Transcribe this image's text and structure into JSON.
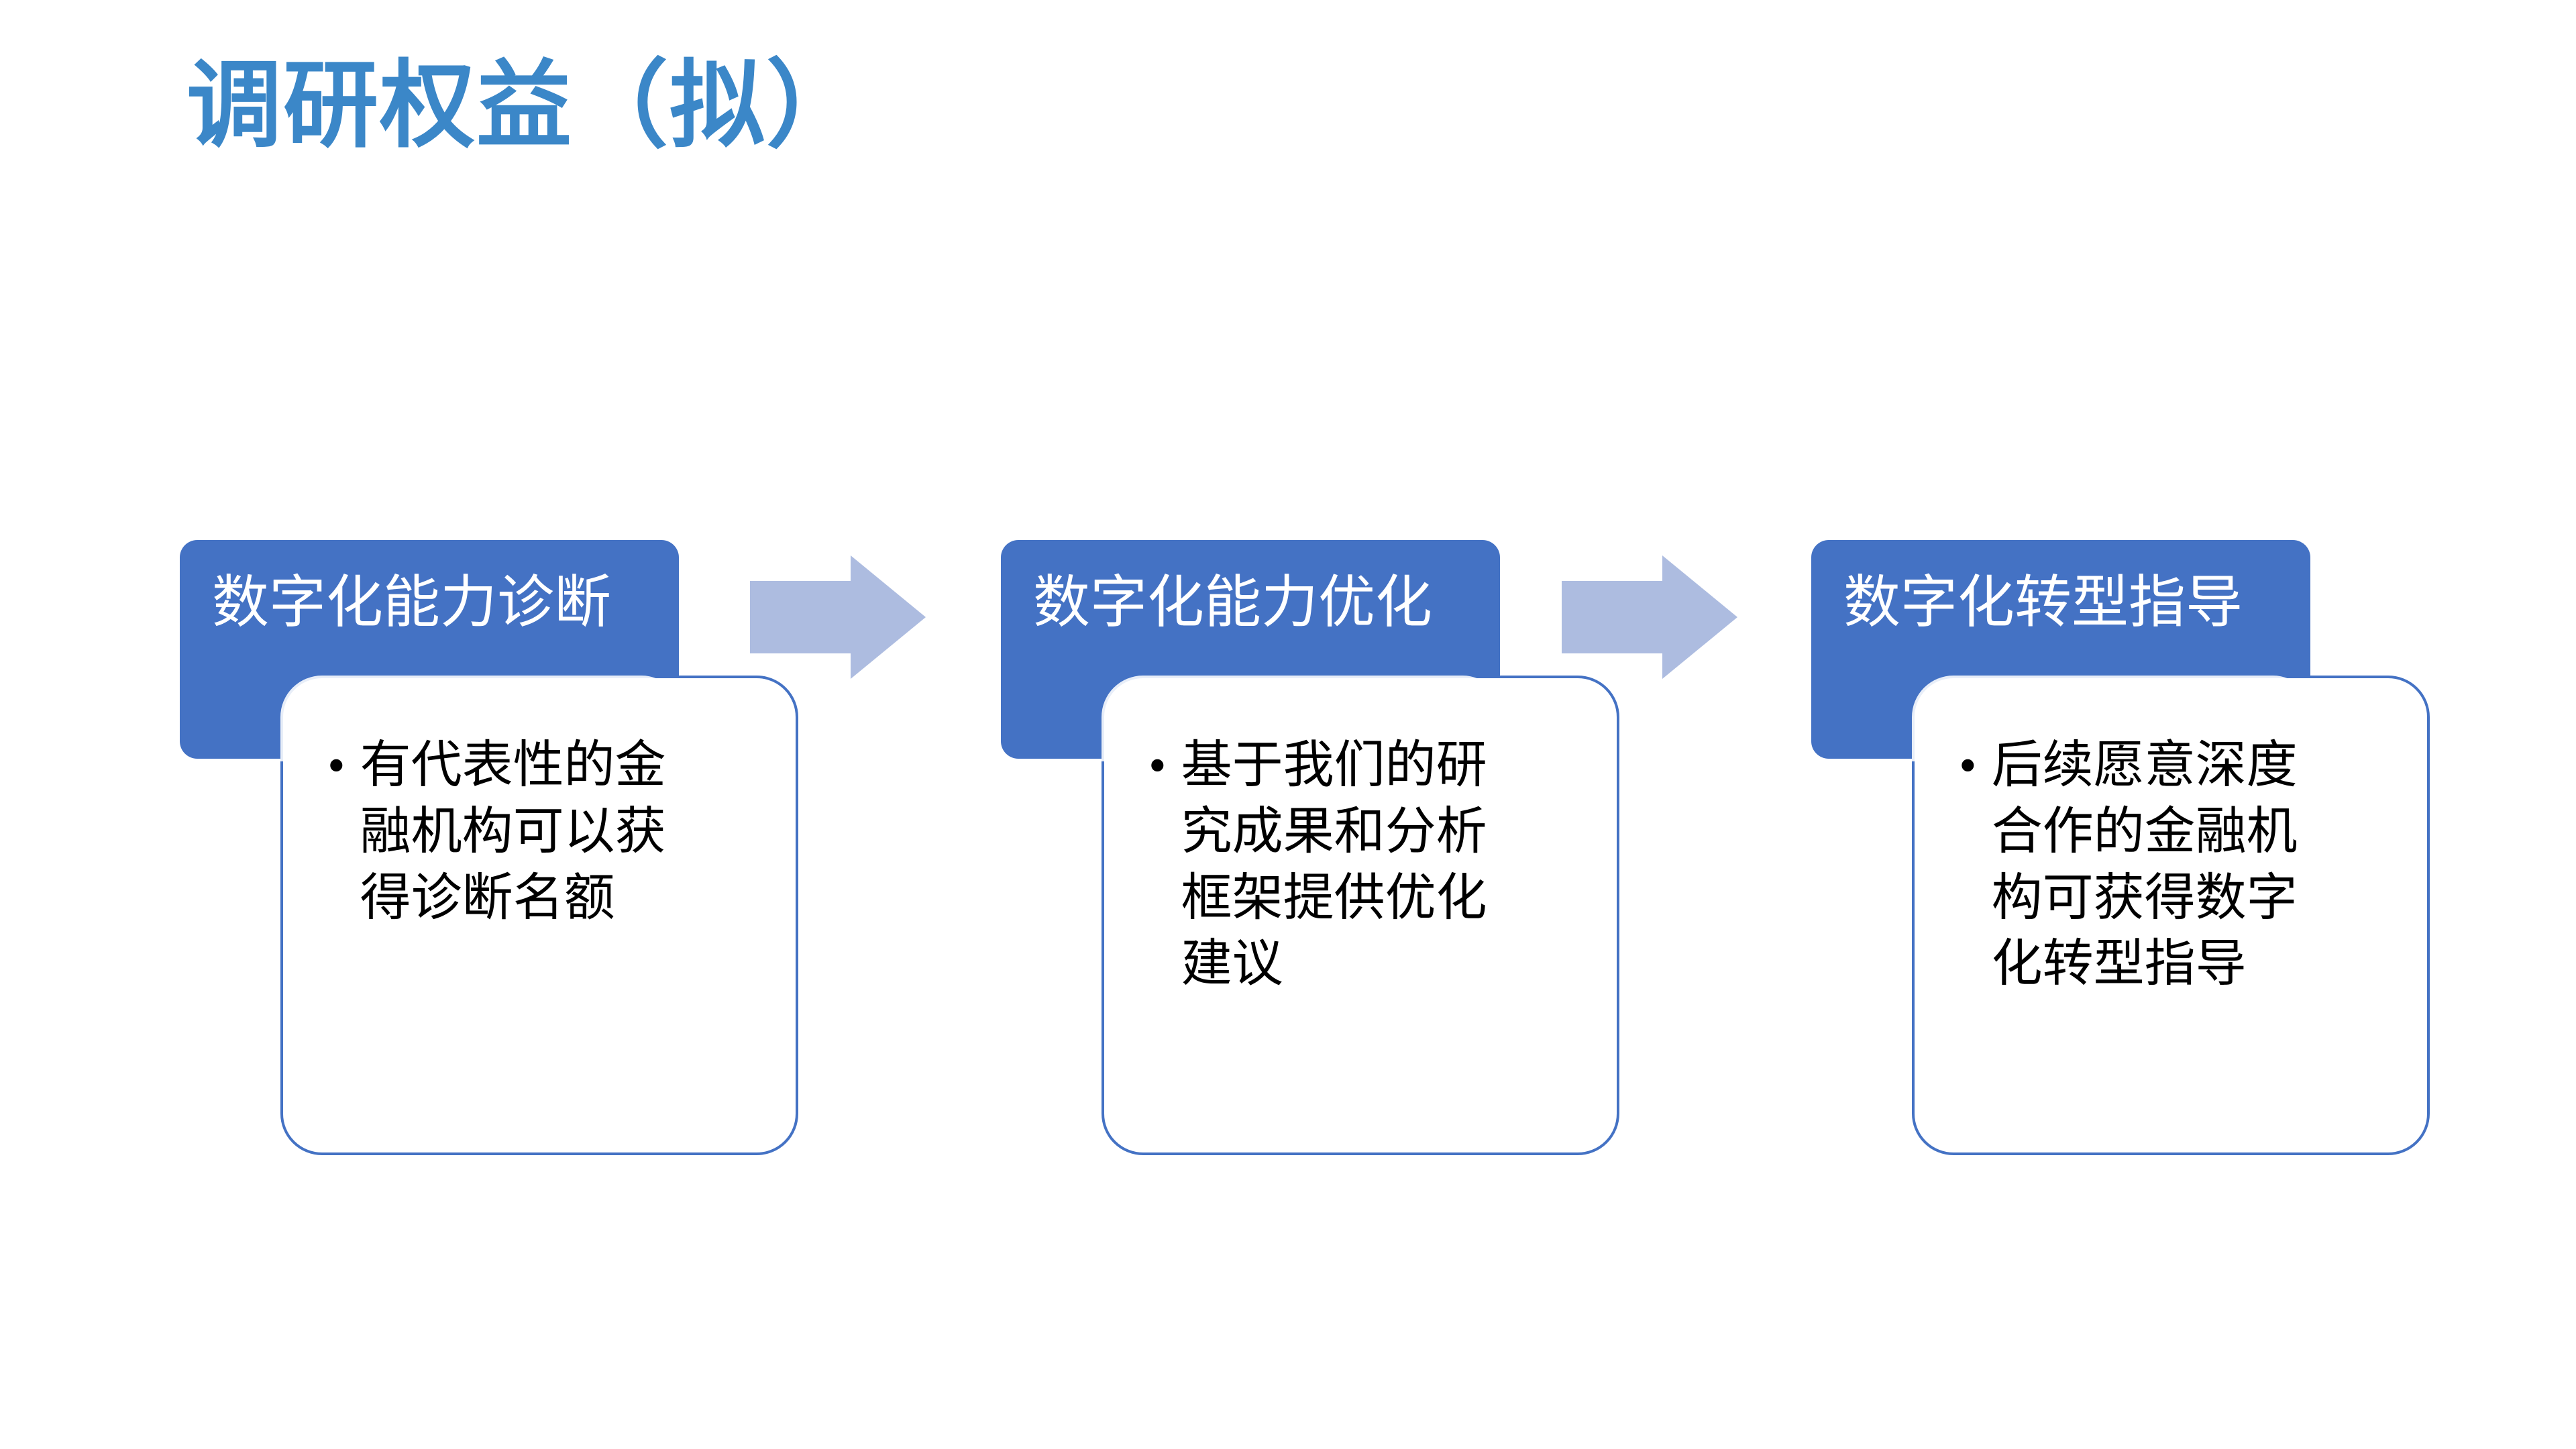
{
  "slide": {
    "title": "调研权益（拟）",
    "background_color": "#ffffff",
    "title_color": "#3b87c8",
    "accent_color": "#4472c4",
    "arrow_color": "#adbce0",
    "card_tint_color": "#e8ecf6",
    "bullet_glyph": "•"
  },
  "stages": [
    {
      "header": "数字化能力诊断",
      "body": "有代表性的金融机构可以获得诊断名额"
    },
    {
      "header": "数字化能力优化",
      "body": "基于我们的研究成果和分析框架提供优化建议"
    },
    {
      "header": "数字化转型指导",
      "body": "后续愿意深度合作的金融机构可获得数字化转型指导"
    }
  ],
  "arrows": [
    {
      "name": "arrow-stage1-to-stage2"
    },
    {
      "name": "arrow-stage2-to-stage3"
    }
  ]
}
